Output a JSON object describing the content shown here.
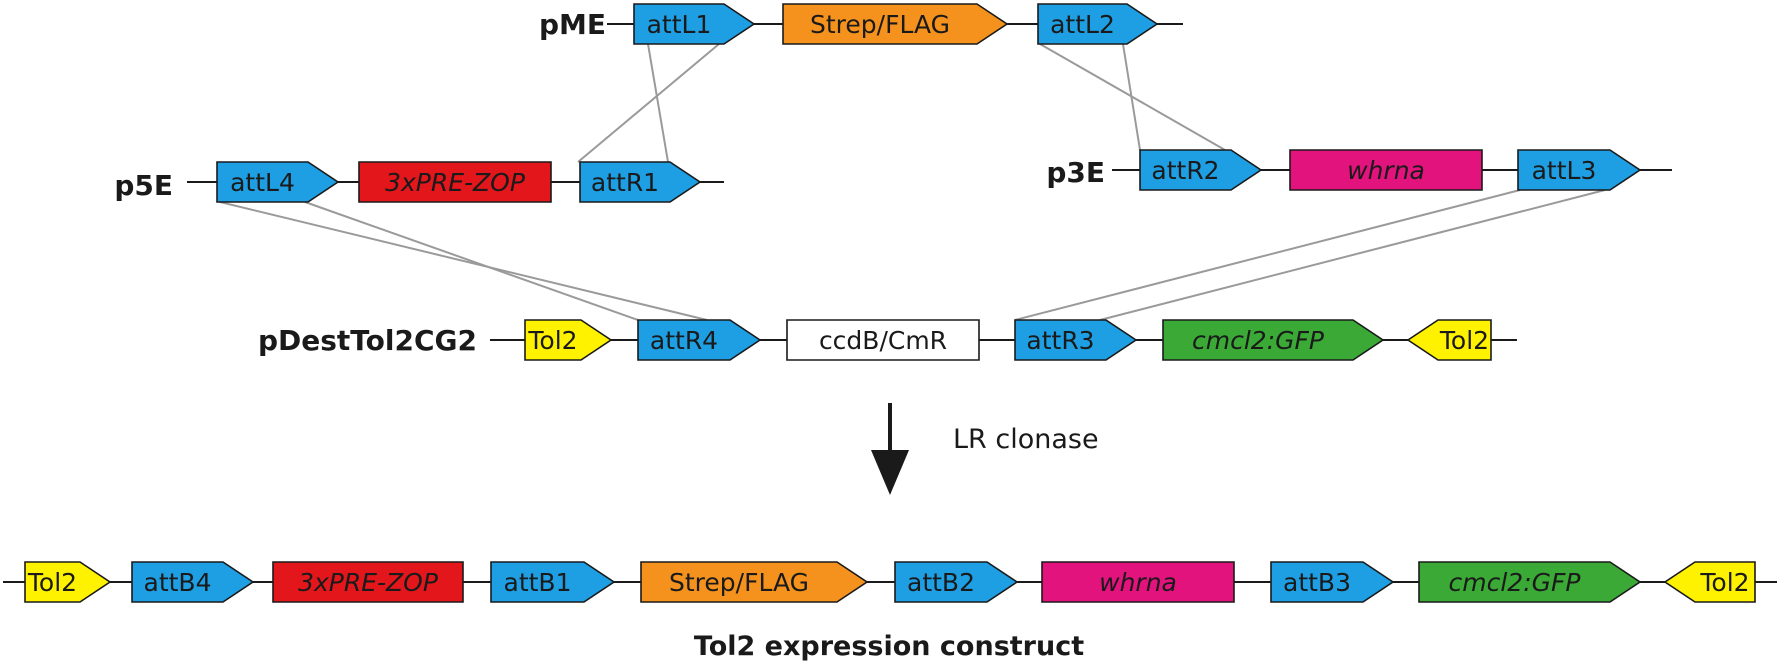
{
  "colors": {
    "att": "#1e9ee3",
    "orange": "#f5921e",
    "red": "#e3161b",
    "magenta": "#e2137d",
    "green": "#3aa935",
    "yellow": "#fff200",
    "white": "#ffffff",
    "line": "#1a1a1a",
    "crossover": "#9a9a9a"
  },
  "constructs": {
    "pME": {
      "label": "pME",
      "segments": [
        {
          "text": "attL1",
          "color": "att",
          "shape": "arrow-right"
        },
        {
          "text": "Strep/FLAG",
          "color": "orange",
          "shape": "arrow-right"
        },
        {
          "text": "attL2",
          "color": "att",
          "shape": "arrow-right"
        }
      ]
    },
    "p5E": {
      "label": "p5E",
      "segments": [
        {
          "text": "attL4",
          "color": "att",
          "shape": "arrow-right"
        },
        {
          "text": "3xPRE-ZOP",
          "color": "red",
          "shape": "box",
          "italic": true
        },
        {
          "text": "attR1",
          "color": "att",
          "shape": "arrow-right"
        }
      ]
    },
    "p3E": {
      "label": "p3E",
      "segments": [
        {
          "text": "attR2",
          "color": "att",
          "shape": "arrow-right"
        },
        {
          "text": "whrna",
          "color": "magenta",
          "shape": "box",
          "italic": true
        },
        {
          "text": "attL3",
          "color": "att",
          "shape": "arrow-right"
        }
      ]
    },
    "pDest": {
      "label": "pDestTol2CG2",
      "segments": [
        {
          "text": "Tol2",
          "color": "yellow",
          "shape": "arrow-right"
        },
        {
          "text": "attR4",
          "color": "att",
          "shape": "arrow-right"
        },
        {
          "text": "ccdB/CmR",
          "color": "white",
          "shape": "box"
        },
        {
          "text": "attR3",
          "color": "att",
          "shape": "arrow-right"
        },
        {
          "text": "cmcl2:GFP",
          "color": "green",
          "shape": "arrow-right",
          "italic": true
        },
        {
          "text": "Tol2",
          "color": "yellow",
          "shape": "arrow-left"
        }
      ]
    },
    "final": {
      "label": "Tol2 expression construct",
      "segments": [
        {
          "text": "Tol2",
          "color": "yellow",
          "shape": "arrow-right"
        },
        {
          "text": "attB4",
          "color": "att",
          "shape": "arrow-right"
        },
        {
          "text": "3xPRE-ZOP",
          "color": "red",
          "shape": "box",
          "italic": true
        },
        {
          "text": "attB1",
          "color": "att",
          "shape": "arrow-right"
        },
        {
          "text": "Strep/FLAG",
          "color": "orange",
          "shape": "arrow-right"
        },
        {
          "text": "attB2",
          "color": "att",
          "shape": "arrow-right"
        },
        {
          "text": "whrna",
          "color": "magenta",
          "shape": "box",
          "italic": true
        },
        {
          "text": "attB3",
          "color": "att",
          "shape": "arrow-right"
        },
        {
          "text": "cmcl2:GFP",
          "color": "green",
          "shape": "arrow-right",
          "italic": true
        },
        {
          "text": "Tol2",
          "color": "yellow",
          "shape": "arrow-left"
        }
      ]
    }
  },
  "reaction": {
    "label": "LR clonase"
  }
}
